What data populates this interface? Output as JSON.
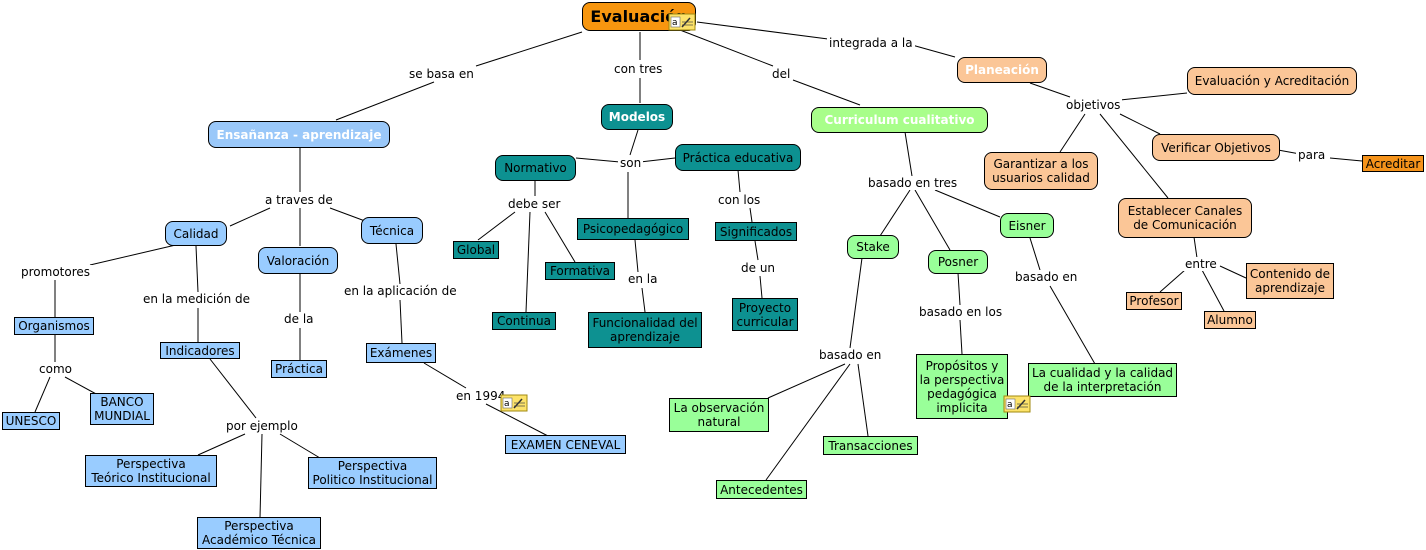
{
  "colors": {
    "root": "#f7960f",
    "orange_light": "#fbc697",
    "orange_dark": "#f5931b",
    "blue": "#99ccff",
    "blue_header": "#9ac8f9",
    "teal": "#0d9191",
    "green": "#99ff99",
    "green_header": "#a8fe8a",
    "lines": "#000000"
  },
  "concepts": {
    "evaluacion": "Evaluación",
    "planeacion": "Planeación",
    "eval_acred": "Evaluación y Acreditación",
    "verificar": "Verificar Objetivos",
    "acreditar": "Acreditar",
    "garantizar": "Garantizar a los\nusuarios calidad",
    "establecer": "Establecer Canales\nde Comunicación",
    "contenido": "Contenido de\naprendizaje",
    "profesor": "Profesor",
    "alumno": "Alumno",
    "curriculum": "Curriculum cualitativo",
    "stake": "Stake",
    "posner": "Posner",
    "eisner": "Eisner",
    "observacion": "La observación\nnatural",
    "transacciones": "Transacciones",
    "antecedentes": "Antecedentes",
    "propositos": "Propósitos y\nla perspectiva\npedagógica\nimplicita",
    "cualidad": "La cualidad y la calidad\nde la interpretación",
    "modelos": "Modelos",
    "normativo": "Normativo",
    "practica_edu": "Práctica educativa",
    "psicoped": "Psicopedagógico",
    "global": "Global",
    "formativa": "Formativa",
    "continua": "Continua",
    "funcionalidad": "Funcionalidad del\naprendizaje",
    "significados": "Significados",
    "proyecto": "Proyecto\ncurricular",
    "ensenanza": "Ensañanza - aprendizaje",
    "calidad": "Calidad",
    "valoracion": "Valoración",
    "tecnica": "Técnica",
    "organismos": "Organismos",
    "unesco": "UNESCO",
    "banco": "BANCO\nMUNDIAL",
    "indicadores": "Indicadores",
    "practica": "Práctica",
    "examenes": "Exámenes",
    "ceneval": "EXAMEN CENEVAL",
    "persp_teorico": "Perspectiva\nTeórico Institucional",
    "persp_politico": "Perspectiva\nPolitico Institucional",
    "persp_academico": "Perspectiva\nAcadémico Técnica"
  },
  "linking_phrases": {
    "se_basa_en": "se basa en",
    "con_tres": "con tres",
    "del": "del",
    "integrada": "integrada a la",
    "objetivos": "objetivos",
    "para": "para",
    "entre": "entre",
    "basado_en_tres": "basado en tres",
    "basado_en_stake": "basado en",
    "basado_en_los": "basado en los",
    "basado_en_eisner": "basado en",
    "son": "son",
    "debe_ser": "debe ser",
    "con_los": "con los",
    "en_la": "en la",
    "de_un": "de un",
    "a_traves_de": "a traves de",
    "promotores": "promotores",
    "como": "como",
    "en_la_medicion": "en la medición de",
    "de_la": "de la",
    "en_la_aplicacion": "en la aplicación de",
    "por_ejemplo": "por ejemplo",
    "en_1994": "en 1994"
  }
}
